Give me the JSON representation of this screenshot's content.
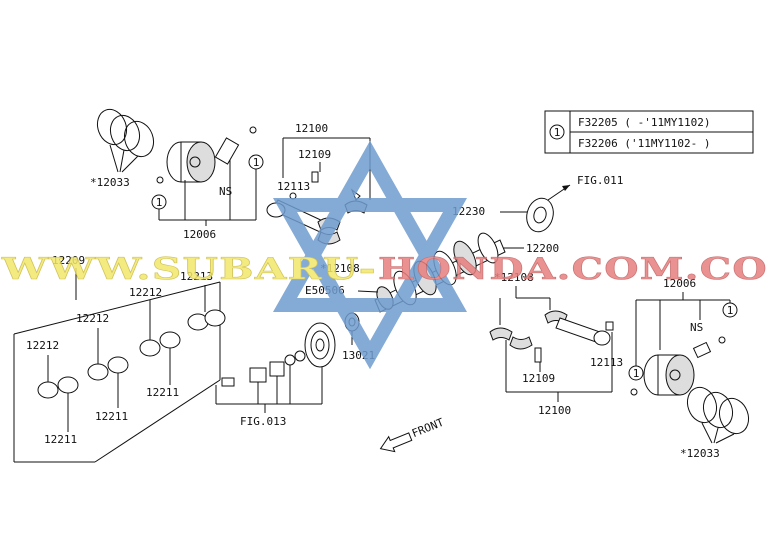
{
  "legend": {
    "marker": "1",
    "rows": [
      "F32205 ( -'11MY1102)",
      "F32206 ('11MY1102- )"
    ]
  },
  "labels": {
    "fig011": "FIG.011",
    "fig013": "FIG.013",
    "front": "FRONT",
    "p12100_top": "12100",
    "p12109_top": "12109",
    "p12113_top": "12113",
    "p12108_top": "*12108",
    "p12230": "12230",
    "p12200": "12200",
    "p12033_left": "*12033",
    "p12006_left": "12006",
    "ns_left": "NS",
    "p12209": "12209",
    "p12213": "12213",
    "p12212_a": "12212",
    "p12212_b": "12212",
    "p12212_c": "12212",
    "p12211_a": "12211",
    "p12211_b": "12211",
    "p12211_c": "12211",
    "e50506": "E50506",
    "p13021": "13021",
    "p12108_right": "*12108",
    "p12113_right": "12113",
    "p12109_right": "12109",
    "p12100_right": "12100",
    "p12006_right": "12006",
    "ns_right": "NS",
    "p12033_right": "*12033",
    "circ_left_top": "1",
    "circ_left_bottom": "1",
    "circ_right_top": "1",
    "circ_right_bottom": "1"
  },
  "watermark": {
    "left": "WWW.SUBARU-",
    "right": "HONDA.COM.CO",
    "left_color": "#f2e86a",
    "right_color": "#e77f7f",
    "star_color": "#6f9ccf"
  }
}
